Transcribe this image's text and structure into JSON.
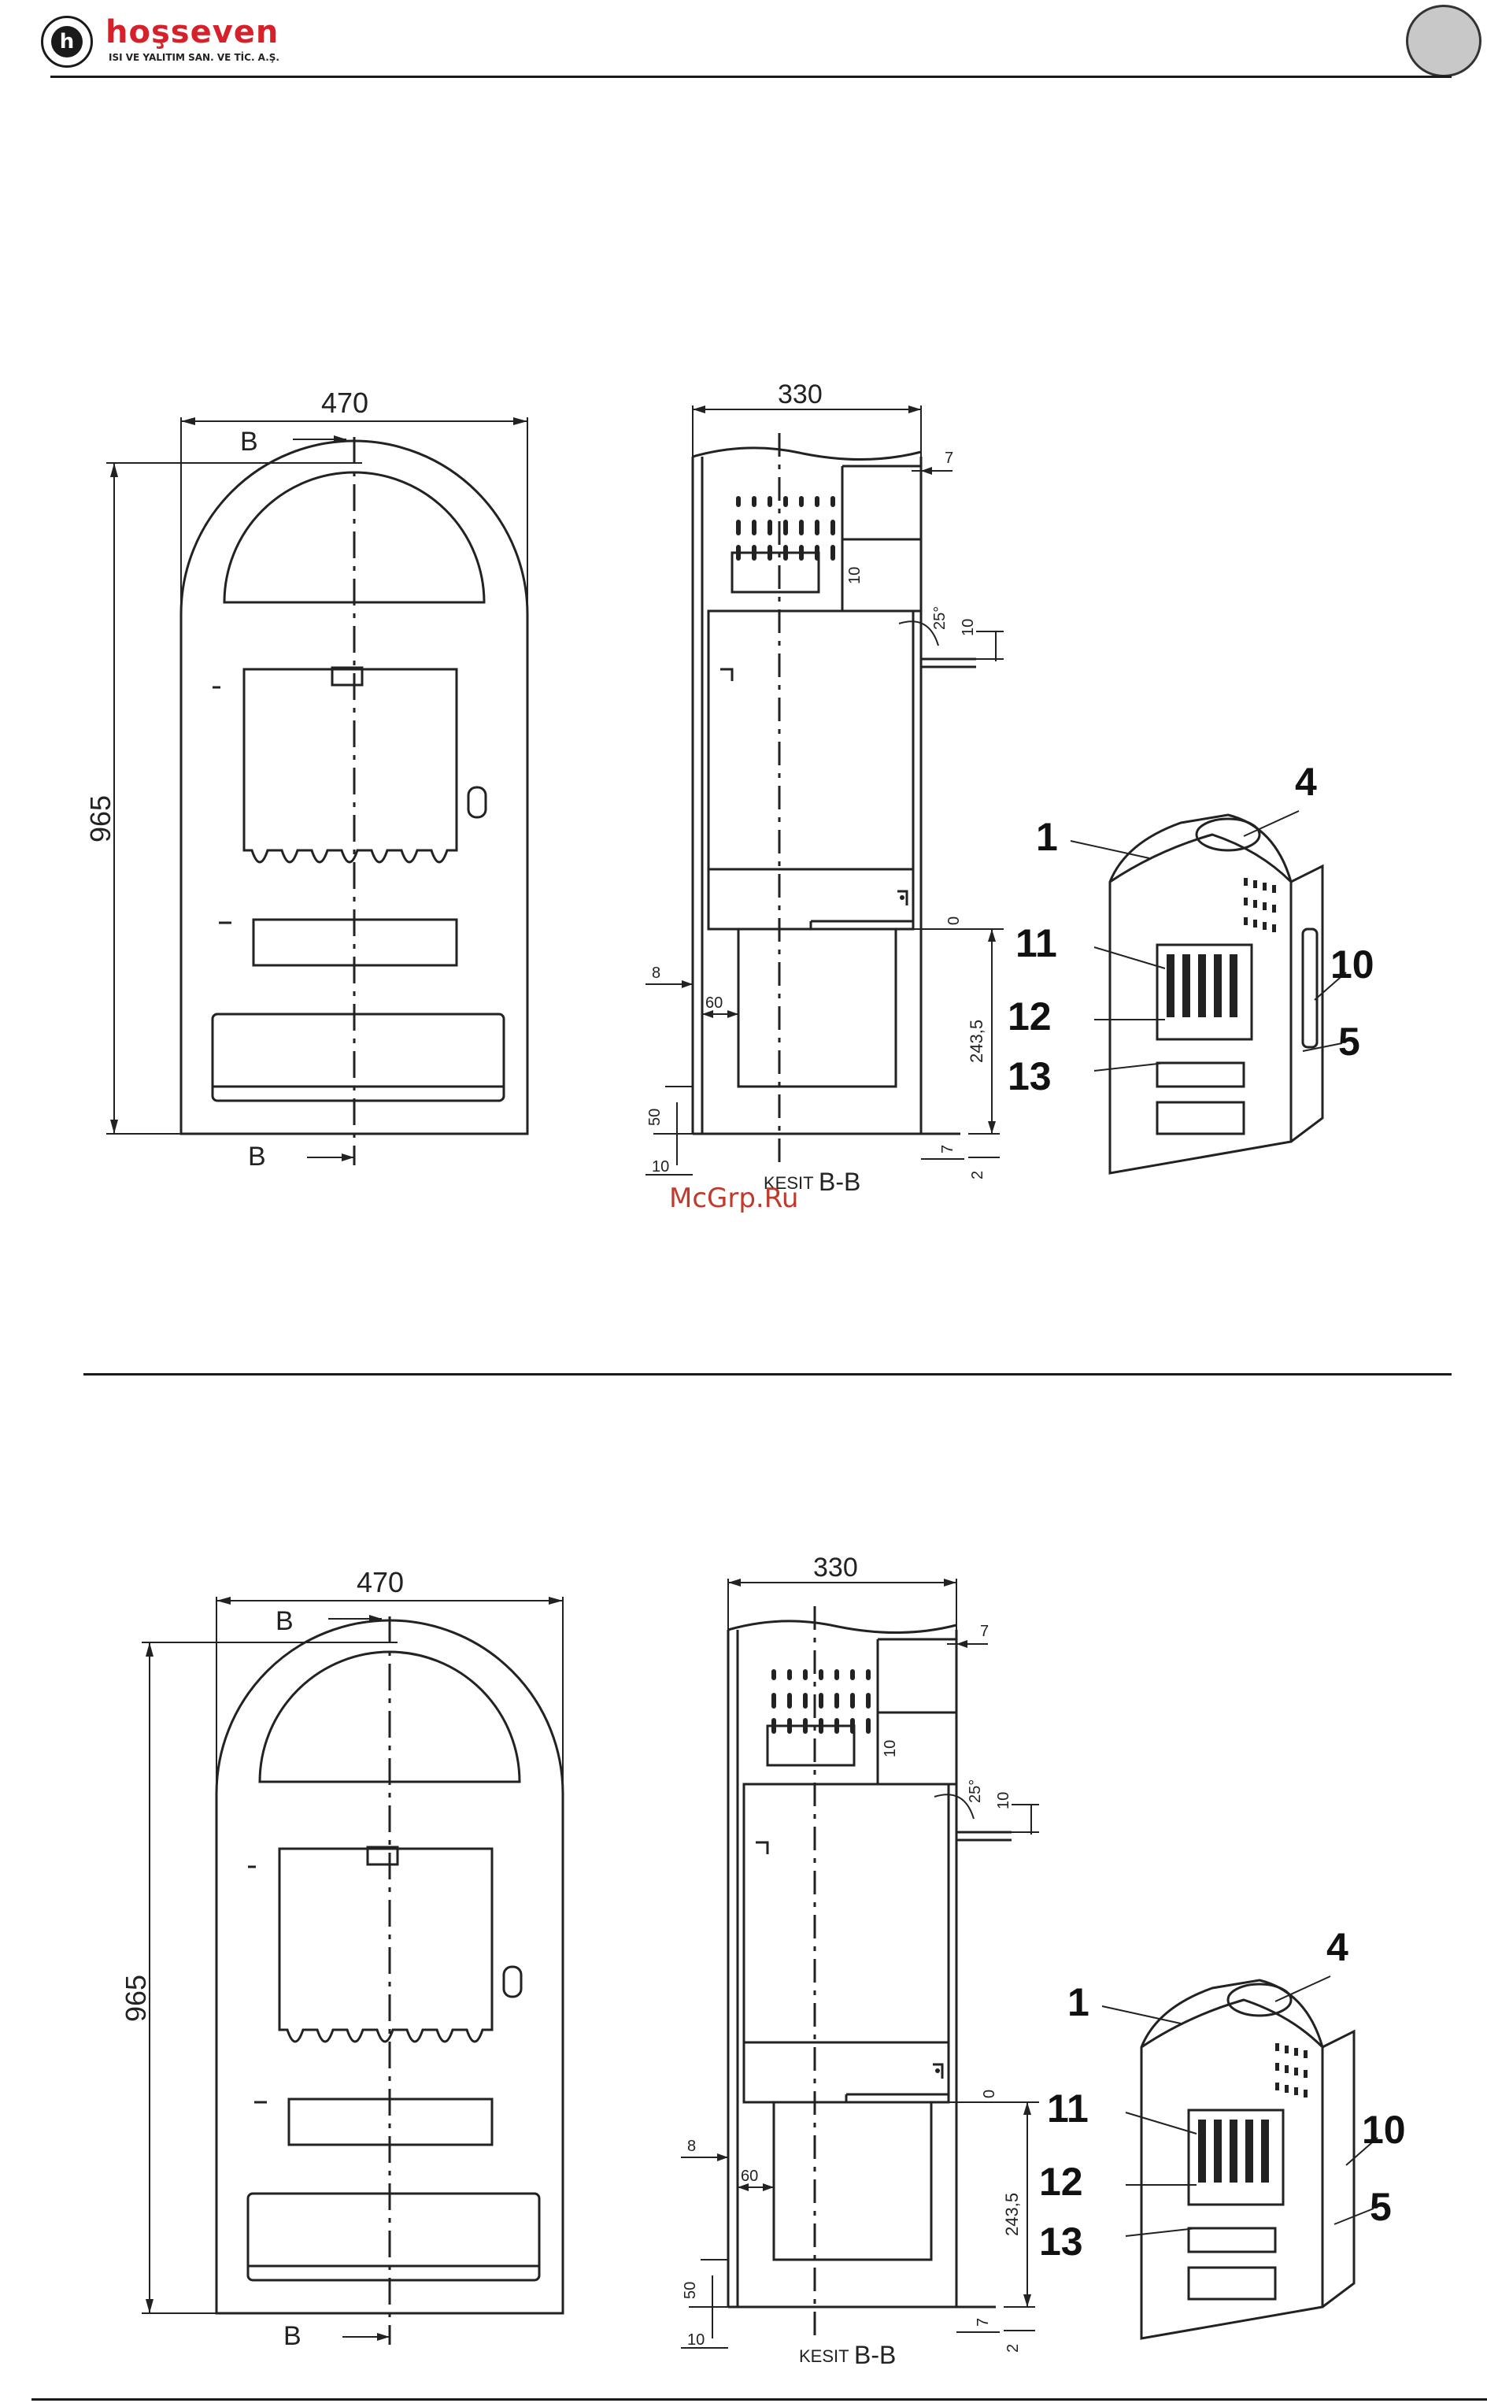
{
  "header": {
    "logo_letter": "h",
    "brand": "hoşseven",
    "tagline": "ISI VE YALITIM SAN. VE TİC. A.Ş."
  },
  "watermark": "McGrp.Ru",
  "figures": [
    {
      "front": {
        "width_dim": "470",
        "height_dim": "965",
        "section_mark_top": "B",
        "section_mark_bottom": "B"
      },
      "section": {
        "width_dim": "330",
        "dim_7_top": "7",
        "dim_10_inner": "10",
        "dim_angle": "25°",
        "dim_10_right": "10",
        "dim_0": "0",
        "dim_8": "8",
        "dim_60": "60",
        "dim_243": "243,5",
        "dim_50": "50",
        "dim_10_bottom": "10",
        "dim_7_bottom": "7",
        "dim_2": "2",
        "caption_kesit": "KESIT",
        "caption_bb": "B-B"
      },
      "iso": {
        "labels": [
          "1",
          "4",
          "11",
          "10",
          "12",
          "5",
          "13"
        ]
      }
    },
    {
      "front": {
        "width_dim": "470",
        "height_dim": "965",
        "section_mark_top": "B",
        "section_mark_bottom": "B"
      },
      "section": {
        "width_dim": "330",
        "dim_7_top": "7",
        "dim_10_inner": "10",
        "dim_angle": "25°",
        "dim_10_right": "10",
        "dim_0": "0",
        "dim_8": "8",
        "dim_60": "60",
        "dim_243": "243,5",
        "dim_50": "50",
        "dim_10_bottom": "10",
        "dim_7_bottom": "7",
        "dim_2": "2",
        "caption_kesit": "KESIT",
        "caption_bb": "B-B"
      },
      "iso": {
        "labels": [
          "1",
          "4",
          "11",
          "10",
          "12",
          "5",
          "13"
        ]
      }
    }
  ]
}
